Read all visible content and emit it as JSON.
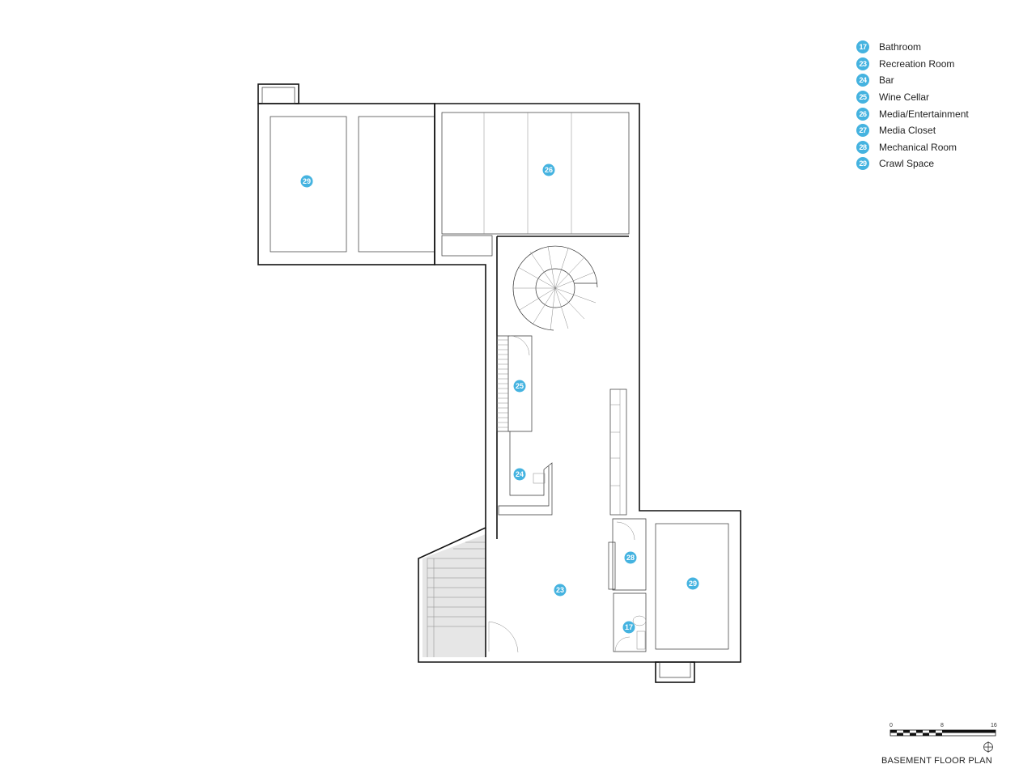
{
  "legend": {
    "items": [
      {
        "number": "17",
        "label": "Bathroom"
      },
      {
        "number": "23",
        "label": "Recreation Room"
      },
      {
        "number": "24",
        "label": "Bar"
      },
      {
        "number": "25",
        "label": "Wine Cellar"
      },
      {
        "number": "26",
        "label": "Media/Entertainment"
      },
      {
        "number": "27",
        "label": "Media Closet"
      },
      {
        "number": "28",
        "label": "Mechanical Room"
      },
      {
        "number": "29",
        "label": "Crawl Space"
      }
    ]
  },
  "plan_tags": {
    "crawl_space_west": "29",
    "media": "26",
    "wine_cellar": "25",
    "bar": "24",
    "recreation": "23",
    "mechanical": "28",
    "bathroom": "17",
    "crawl_space_east": "29"
  },
  "scale_bar": {
    "tick_0": "0",
    "tick_8": "8",
    "tick_16": "16"
  },
  "title": "BASEMENT FLOOR PLAN",
  "colors": {
    "accent": "#45b3e0",
    "linework": "#111111",
    "stair_fill": "#e6e6e6"
  }
}
